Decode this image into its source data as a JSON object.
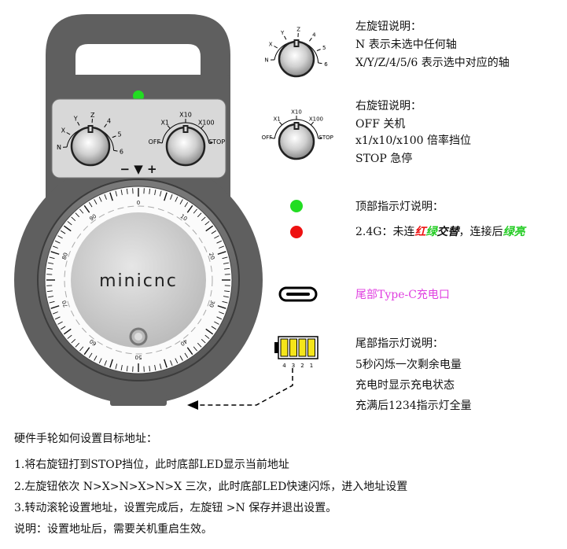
{
  "device": {
    "brand": "minicnc",
    "left_knob_labels": [
      "N",
      "X",
      "Y",
      "Z",
      "4",
      "5",
      "6"
    ],
    "right_knob_labels": [
      "OFF",
      "X1",
      "X10",
      "X100",
      "STOP"
    ],
    "wheel_direction": "− ▼ +",
    "wheel_numbers": [
      "0",
      "10",
      "20",
      "30",
      "40",
      "50",
      "60",
      "70",
      "80",
      "90"
    ],
    "battery_numbers": [
      "4",
      "3",
      "2",
      "1"
    ],
    "colors": {
      "body": "#5e5e5e",
      "panel": "#d8d8d8",
      "led_green": "#22dd22",
      "led_red": "#ee1111",
      "battery": "#f5e51a",
      "type_c_text": "#e040e0"
    }
  },
  "left_knob_legend": {
    "title": "左旋钮说明：",
    "line1": "N 表示未选中任何轴",
    "line2": "X/Y/Z/4/5/6 表示选中对应的轴"
  },
  "right_knob_legend": {
    "title": "右旋钮说明：",
    "line1": "OFF 关机",
    "line2": "x1/x10/x100 倍率挡位",
    "line3": "STOP 急停"
  },
  "top_led_legend": {
    "title": "顶部指示灯说明：",
    "prefix": "2.4G：未连",
    "red_word": "红",
    "green_word": "绿",
    "mid_word": "交替",
    "middle": "，连接后",
    "green_on": "绿亮"
  },
  "type_c_label": "尾部Type-C充电口",
  "tail_led_legend": {
    "title": "尾部指示灯说明：",
    "line1": "5秒闪烁一次剩余电量",
    "line2": "充电时显示充电状态",
    "line3": "充满后1234指示灯全量"
  },
  "instructions": {
    "heading": "硬件手轮如何设置目标地址：",
    "step1": "1.将右旋钮打到STOP挡位，此时底部LED显示当前地址",
    "step2": "2.左旋钮依次 N>X>N>X>N>X 三次，此时底部LED快速闪烁，进入地址设置",
    "step3": "3.转动滚轮设置地址，设置完成后，左旋钮 >N 保存并退出设置。",
    "note": "说明：设置地址后，需要关机重启生效。"
  }
}
